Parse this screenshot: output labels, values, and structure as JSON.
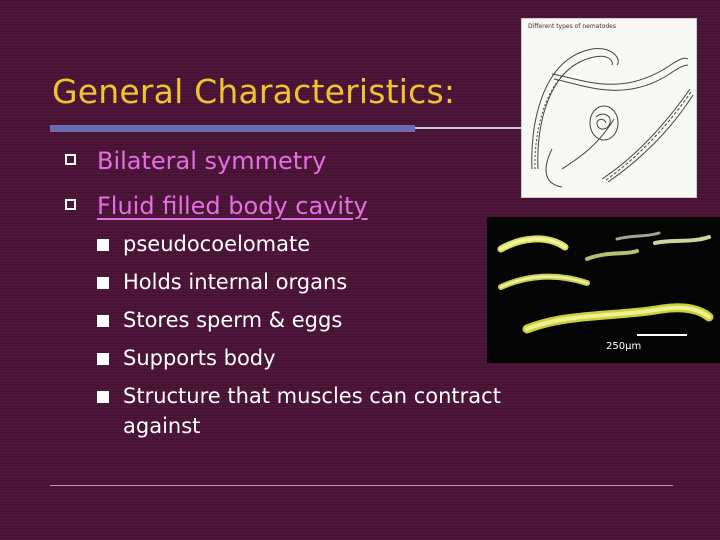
{
  "slide": {
    "title": "General Characteristics:",
    "bullets": [
      {
        "text": "Bilateral symmetry",
        "link": false
      },
      {
        "text": "Fluid filled body cavity",
        "link": true
      }
    ],
    "sub_bullets": [
      "pseudocoelomate",
      "Holds internal organs",
      "Stores sperm & eggs",
      "Supports body",
      "Structure that muscles can contract",
      "against"
    ]
  },
  "figure": {
    "caption": "Different types of nematodes"
  },
  "photo": {
    "scale_label": "250µm"
  },
  "colors": {
    "background": "#4a1236",
    "title": "#f0c42c",
    "bullet_text": "#e36fe0",
    "sub_bullet_text": "#ffffff",
    "rule": "#6b6bb0"
  }
}
